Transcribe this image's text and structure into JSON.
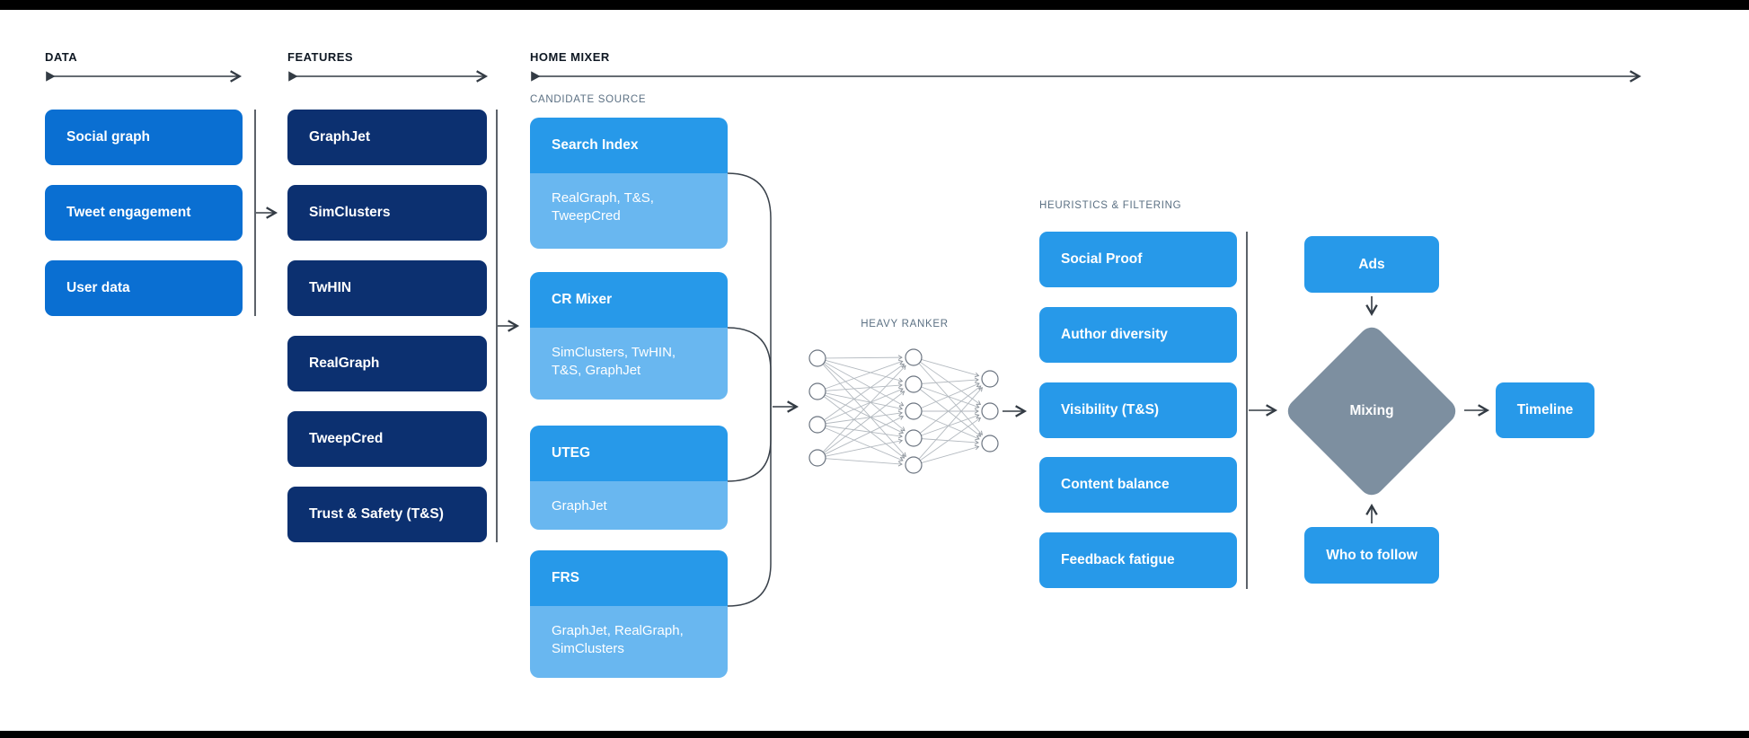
{
  "sections": {
    "data": {
      "header": "DATA",
      "boxes": [
        {
          "label": "Social graph"
        },
        {
          "label": "Tweet engagement"
        },
        {
          "label": "User data"
        }
      ]
    },
    "features": {
      "header": "FEATURES",
      "boxes": [
        {
          "label": "GraphJet"
        },
        {
          "label": "SimClusters"
        },
        {
          "label": "TwHIN"
        },
        {
          "label": "RealGraph"
        },
        {
          "label": "TweepCred"
        },
        {
          "label": "Trust & Safety (T&S)"
        }
      ]
    },
    "home_mixer": {
      "header": "HOME MIXER",
      "candidate_source": {
        "label": "CANDIDATE SOURCE",
        "stacks": [
          {
            "title": "Search Index",
            "sources": "RealGraph, T&S, TweepCred"
          },
          {
            "title": "CR Mixer",
            "sources": "SimClusters, TwHIN, T&S, GraphJet"
          },
          {
            "title": "UTEG",
            "sources": "GraphJet"
          },
          {
            "title": "FRS",
            "sources": "GraphJet, RealGraph, SimClusters"
          }
        ]
      },
      "heavy_ranker": {
        "label": "HEAVY RANKER",
        "input_nodes": 4,
        "hidden_nodes": 5,
        "output_nodes": 3
      },
      "heuristics_filtering": {
        "label": "HEURISTICS & FILTERING",
        "boxes": [
          {
            "label": "Social Proof"
          },
          {
            "label": "Author diversity"
          },
          {
            "label": "Visibility (T&S)"
          },
          {
            "label": "Content balance"
          },
          {
            "label": "Feedback fatigue"
          }
        ]
      },
      "output_flow": {
        "ads_label": "Ads",
        "mixing_label": "Mixing",
        "who_to_follow_label": "Who to follow",
        "timeline_label": "Timeline"
      }
    }
  },
  "colors": {
    "background": "#FFFFFF",
    "edge_bars": "#000000",
    "data_box": "#0A6FD2",
    "feature_box": "#0C3070",
    "candidate_main": "#2799E9",
    "candidate_sub": "#69B7F0",
    "filter_box": "#2799E9",
    "output_box": "#2799E9",
    "mixing_diamond": "#7D8FA0",
    "box_text": "#FFFFFF",
    "header_text": "#0F1823",
    "section_label": "#5B7083",
    "connector": "#333B44"
  }
}
